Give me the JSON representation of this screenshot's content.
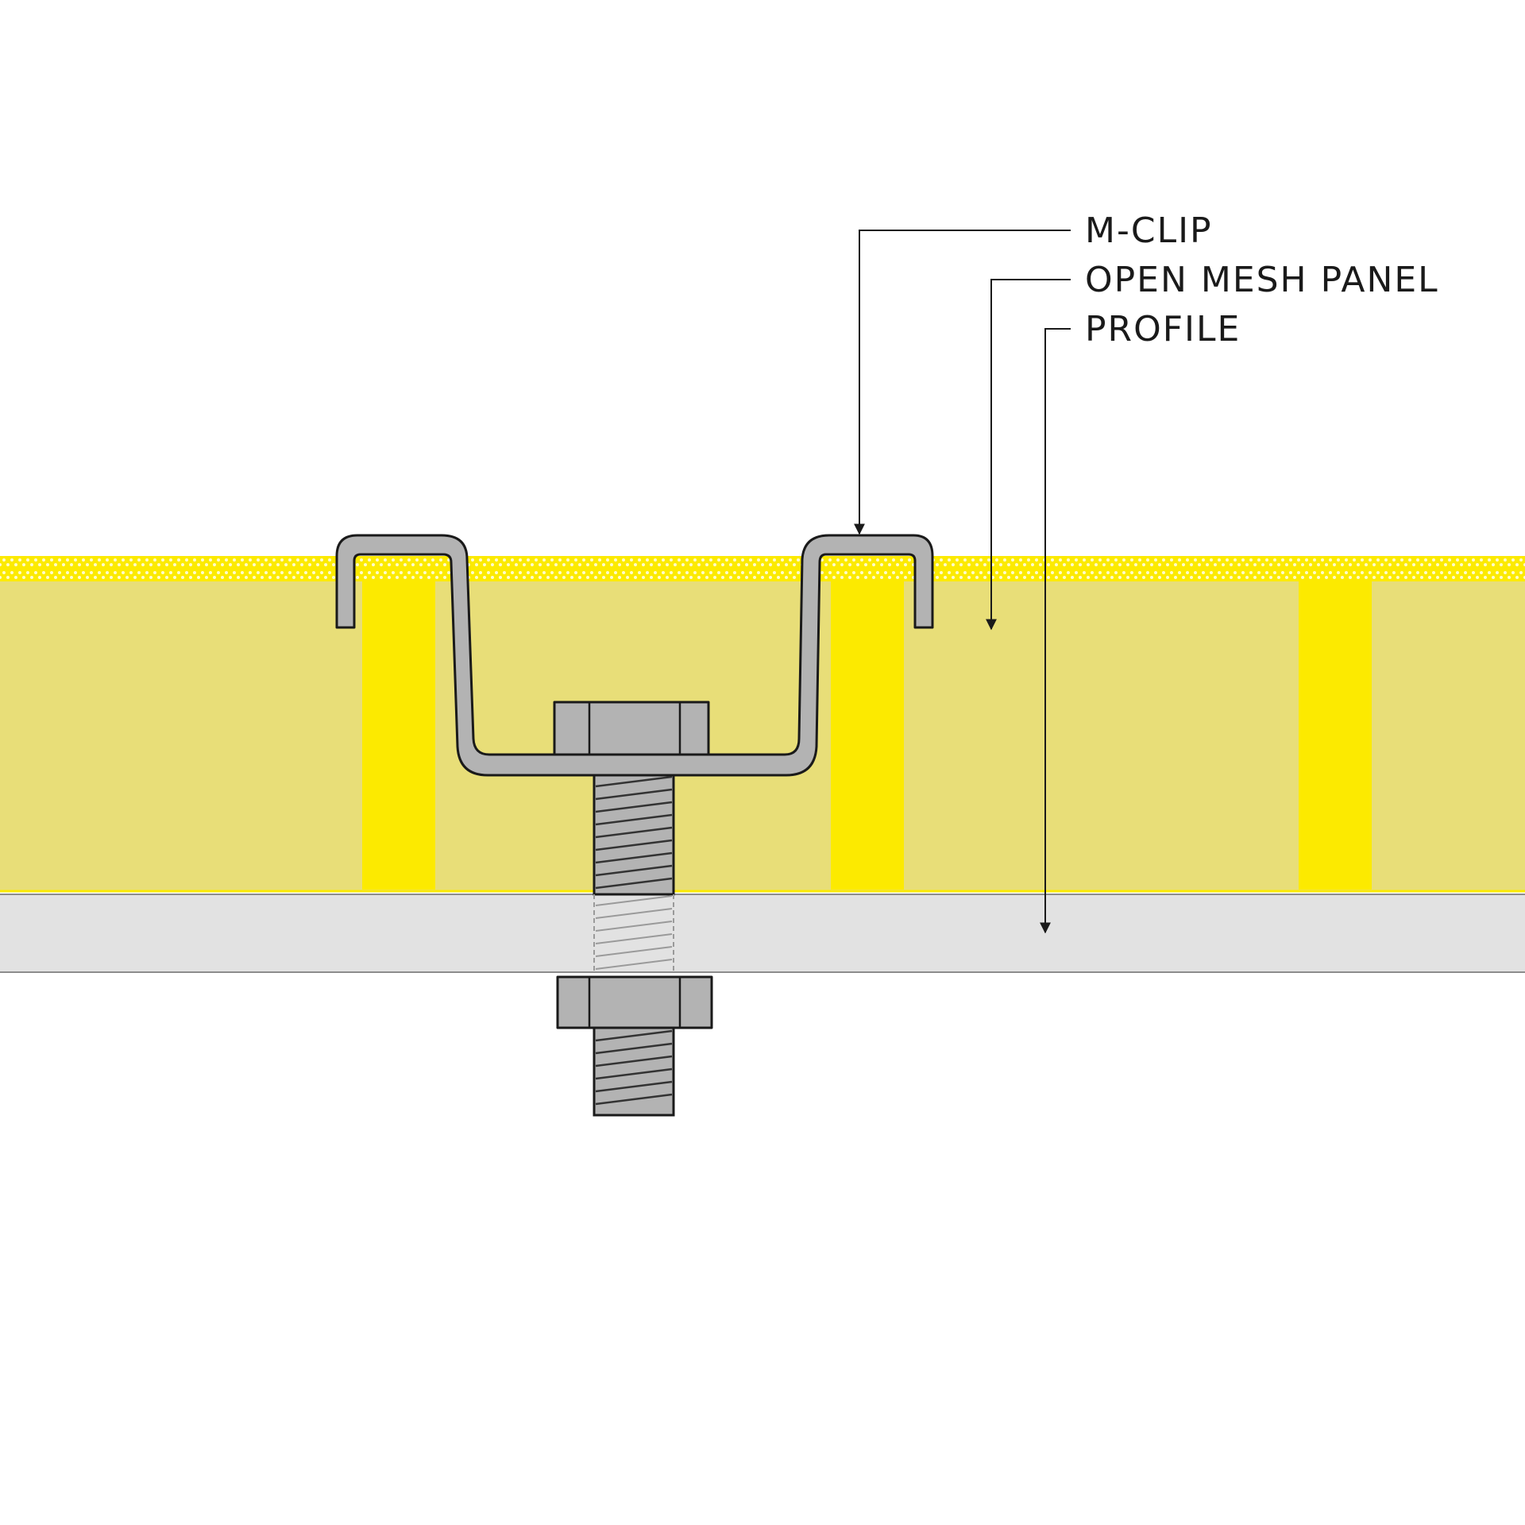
{
  "labels": {
    "clip": "M-CLIP",
    "panel": "OPEN MESH PANEL",
    "profile": "PROFILE"
  },
  "colors": {
    "background": "#ffffff",
    "panel_fill": "#e8de78",
    "panel_bars": "#fcea00",
    "profile_fill": "#e2e2e2",
    "metal_fill": "#b3b3b3",
    "outline": "#1a1a1a"
  }
}
